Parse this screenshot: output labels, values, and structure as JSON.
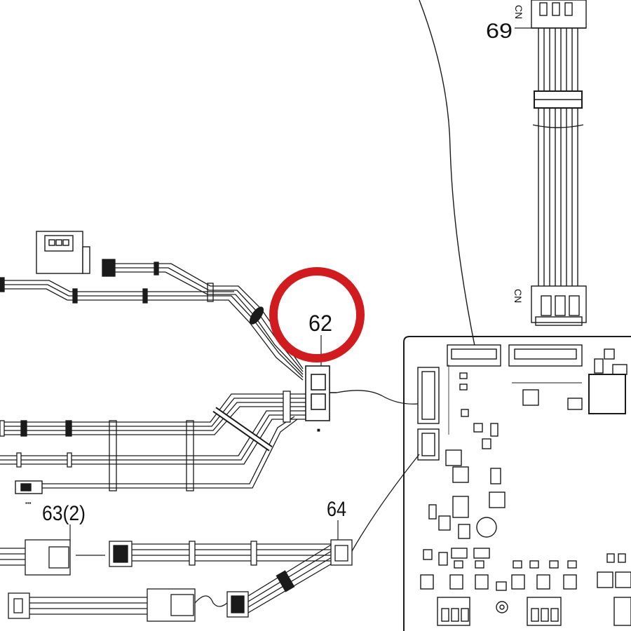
{
  "callouts": {
    "c62": "62",
    "c63": "63(2)",
    "c64": "64",
    "c69": "69"
  },
  "colors": {
    "line": "#1a1a1a",
    "highlight_ring": "#d01c1f",
    "background": "#ffffff"
  },
  "highlighted_callout": "62"
}
